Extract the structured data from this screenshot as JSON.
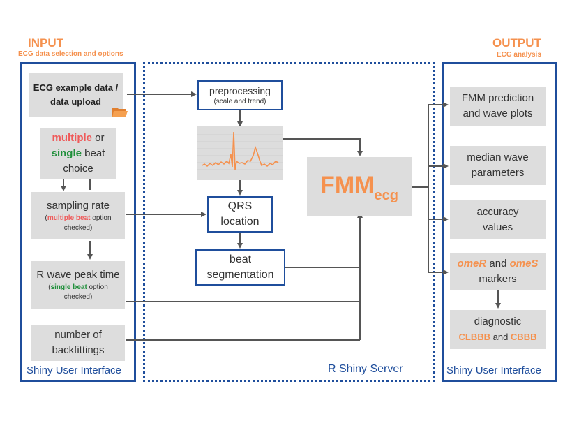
{
  "input": {
    "title": "INPUT",
    "subtitle": "ECG data selection and options",
    "boxes": {
      "upload": {
        "line1": "ECG example data /",
        "line2": "data upload"
      },
      "beat_choice": {
        "multiple": "multiple",
        "or": " or",
        "single": "single",
        "beat": " beat",
        "choice": "choice"
      },
      "sampling": {
        "title": "sampling rate",
        "pre": "(",
        "em": "multiple beat",
        "post": " option",
        "line3": "checked)"
      },
      "rpeak": {
        "title": "R wave peak time",
        "pre": "(",
        "em": "single beat",
        "post": " option",
        "line3": "checked)"
      },
      "backfit": {
        "line1": "number of",
        "line2": "backfittings"
      }
    },
    "footer": "Shiny User Interface"
  },
  "server": {
    "preprocessing": {
      "title": "preprocessing",
      "sub": "(scale and trend)"
    },
    "qrs": {
      "line1": "QRS",
      "line2": "location"
    },
    "beat": {
      "line1": "beat",
      "line2": "segmentation"
    },
    "fmm": {
      "main": "FMM",
      "sub": "ecg"
    },
    "footer": "R Shiny Server"
  },
  "output": {
    "title": "OUTPUT",
    "subtitle": "ECG analysis",
    "boxes": {
      "prediction": {
        "line1": "FMM prediction",
        "line2": "and wave plots"
      },
      "median": {
        "line1": "median wave",
        "line2": "parameters"
      },
      "accuracy": {
        "line1": "accuracy",
        "line2": "values"
      },
      "markers": {
        "omeR": "omeR",
        "and": " and ",
        "omeS": "omeS",
        "line2": "markers"
      },
      "diagnostic": {
        "line1": "diagnostic",
        "clbbb": "CLBBB",
        "and": " and ",
        "cbbb": "CBBB"
      }
    },
    "footer": "Shiny User Interface"
  },
  "colors": {
    "accent": "#f5914e",
    "border": "#1f4e9c",
    "box": "#dddddd",
    "line": "#555555"
  },
  "icons": {
    "upload": "folder-icon"
  }
}
